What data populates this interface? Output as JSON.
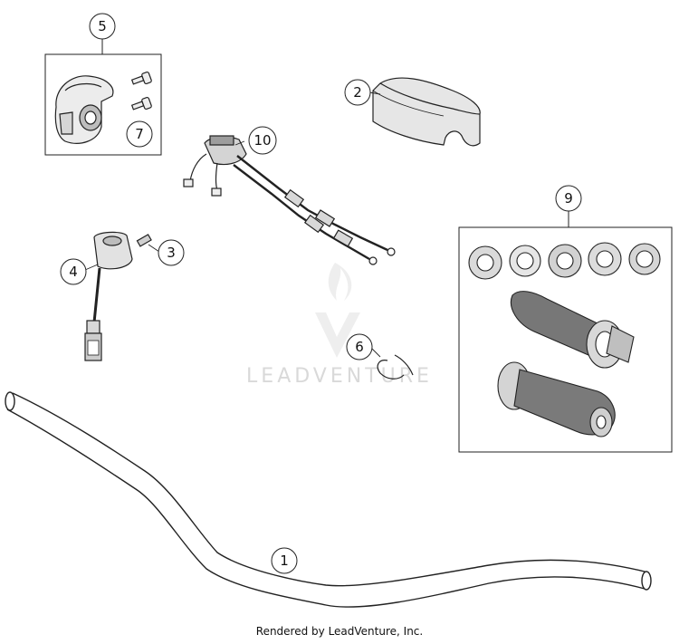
{
  "callouts": [
    "1",
    "2",
    "3",
    "4",
    "5",
    "6",
    "7",
    "9",
    "10"
  ],
  "watermark": "LEADVENTURE",
  "footer": "Rendered by LeadVenture, Inc."
}
